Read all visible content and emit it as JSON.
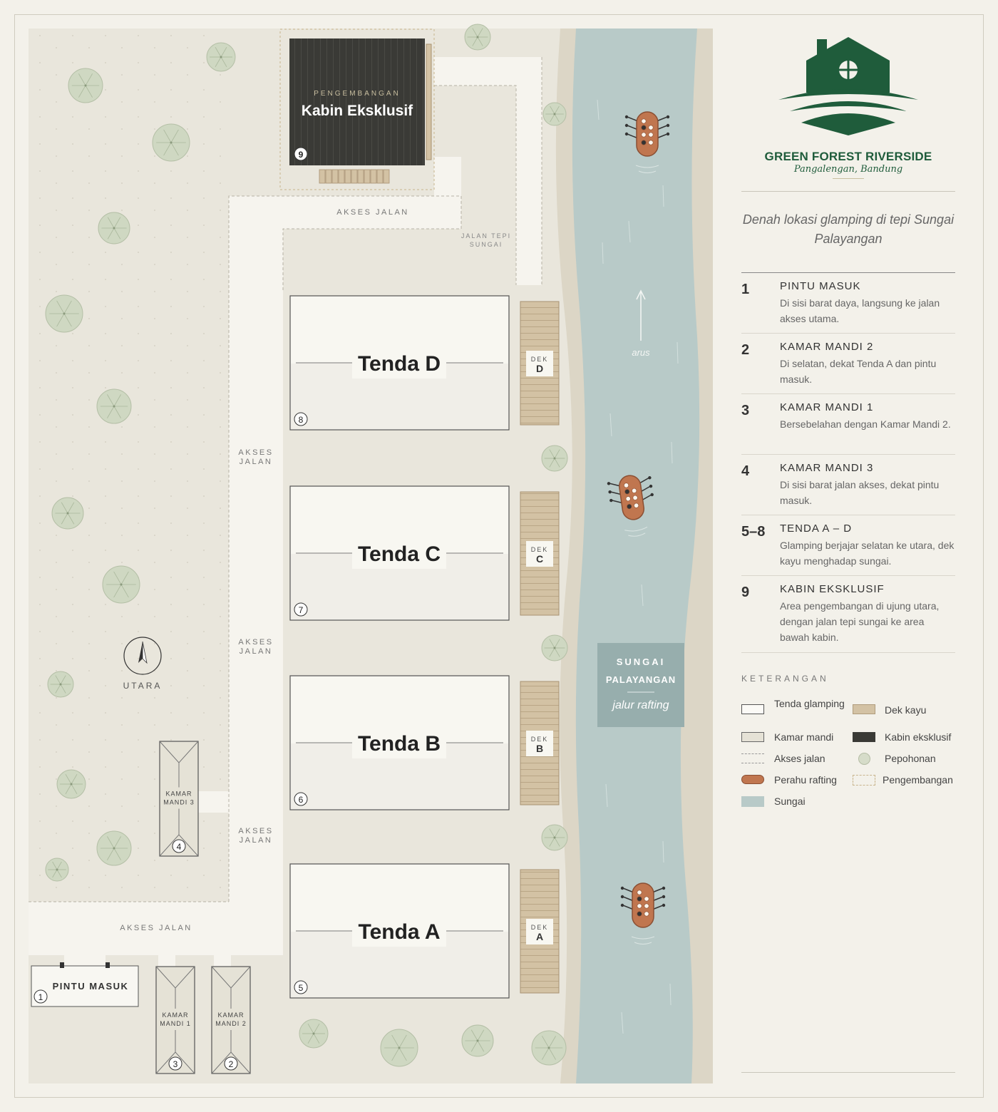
{
  "brand": {
    "name": "GREEN FOREST RIVERSIDE",
    "location": "Pangalengan, Bandung",
    "color": "#1f5c3b"
  },
  "intro": "Denah lokasi glamping di tepi Sungai Palayangan",
  "items": [
    {
      "num": "1",
      "title": "PINTU MASUK",
      "desc": "Di sisi barat daya, langsung ke jalan akses utama."
    },
    {
      "num": "2",
      "title": "KAMAR MANDI 2",
      "desc": "Di selatan, dekat Tenda A dan pintu masuk."
    },
    {
      "num": "3",
      "title": "KAMAR MANDI 1",
      "desc": "Bersebelahan dengan Kamar Mandi 2."
    },
    {
      "num": "4",
      "title": "KAMAR MANDI 3",
      "desc": "Di sisi barat jalan akses, dekat pintu masuk."
    },
    {
      "num": "5–8",
      "title": "TENDA A – D",
      "desc": "Glamping berjajar selatan ke utara, dek kayu menghadap sungai."
    },
    {
      "num": "9",
      "title": "KABIN EKSKLUSIF",
      "desc": "Area pengembangan di ujung utara, dengan jalan tepi sungai ke area bawah kabin."
    }
  ],
  "legend": {
    "title": "KETERANGAN",
    "entries": [
      {
        "label": "Tenda glamping",
        "swatch": "tent"
      },
      {
        "label": "Dek kayu",
        "swatch": "deck"
      },
      {
        "label": "Kamar mandi",
        "swatch": "bath"
      },
      {
        "label": "Kabin eksklusif",
        "swatch": "cabin"
      },
      {
        "label": "Akses jalan",
        "swatch": "road"
      },
      {
        "label": "Pepohonan",
        "swatch": "tree"
      },
      {
        "label": "Perahu rafting",
        "swatch": "raft"
      },
      {
        "label": "Pengembangan",
        "swatch": "dev"
      },
      {
        "label": "Sungai",
        "swatch": "river"
      }
    ]
  },
  "map": {
    "cabin": {
      "kicker": "PENGEMBANGAN",
      "name": "Kabin Eksklusif",
      "marker": "9"
    },
    "tents": [
      {
        "name": "Tenda D",
        "marker": "8",
        "deck_label": "DEK",
        "deck_letter": "D"
      },
      {
        "name": "Tenda C",
        "marker": "7",
        "deck_label": "DEK",
        "deck_letter": "C"
      },
      {
        "name": "Tenda B",
        "marker": "6",
        "deck_label": "DEK",
        "deck_letter": "B"
      },
      {
        "name": "Tenda A",
        "marker": "5",
        "deck_label": "DEK",
        "deck_letter": "A"
      }
    ],
    "road_label": "AKSES JALAN",
    "road_label_l1": "AKSES",
    "road_label_l2": "JALAN",
    "riverside_l1": "JALAN TEPI",
    "riverside_l2": "SUNGAI",
    "north": "UTARA",
    "entrance": {
      "label": "PINTU MASUK",
      "marker": "1"
    },
    "baths": [
      {
        "l1": "KAMAR",
        "l2": "MANDI 3",
        "marker": "4"
      },
      {
        "l1": "KAMAR",
        "l2": "MANDI 1",
        "marker": "3"
      },
      {
        "l1": "KAMAR",
        "l2": "MANDI 2",
        "marker": "2"
      }
    ],
    "river": {
      "l1": "SUNGAI",
      "l2": "PALAYANGAN",
      "sub": "jalur rafting",
      "flow": "arus"
    }
  },
  "colors": {
    "ground": "#e9e6dc",
    "river": "#b8cac8",
    "cabin": "#3a3a36",
    "deck": "#d3c2a4",
    "tree": "#c8d3b9",
    "raft": "#c0764f"
  }
}
